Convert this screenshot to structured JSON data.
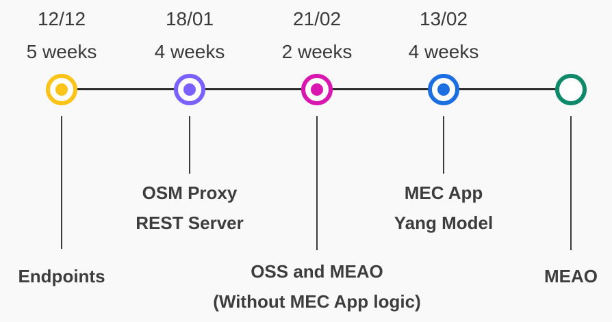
{
  "colors": {
    "axis": "#2b2b2b",
    "stem": "#3a3a3a",
    "text": "#3a3a3a"
  },
  "milestones": [
    {
      "date": "12/12",
      "duration": "5 weeks",
      "label_lines": [
        "Endpoints"
      ],
      "color": "#fcc419",
      "filled": true
    },
    {
      "date": "18/01",
      "duration": "4 weeks",
      "label_lines": [
        "OSM Proxy",
        "REST Server"
      ],
      "color": "#7b61ff",
      "filled": true
    },
    {
      "date": "21/02",
      "duration": "2 weeks",
      "label_lines": [
        "OSS and MEAO",
        "(Without MEC App logic)"
      ],
      "color": "#d917b0",
      "filled": true
    },
    {
      "date": "13/02",
      "duration": "4 weeks",
      "label_lines": [
        "MEC App",
        "Yang Model"
      ],
      "color": "#1b6fe0",
      "filled": true
    },
    {
      "date": "",
      "duration": "",
      "label_lines": [
        "MEAO"
      ],
      "color": "#0e8a6b",
      "filled": false
    }
  ]
}
